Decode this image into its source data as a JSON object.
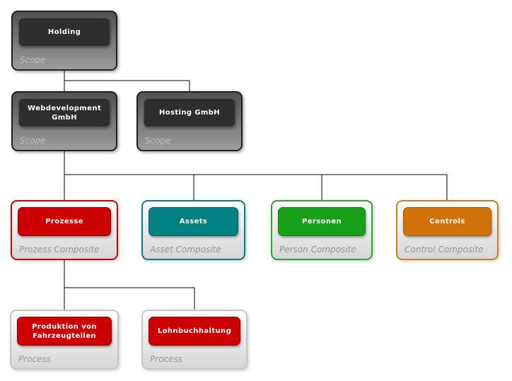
{
  "diagram": {
    "nodes": [
      {
        "id": "holding",
        "title": "Holding",
        "type_label": "Scope",
        "theme": "dark"
      },
      {
        "id": "webdev",
        "title": "Webdevelopment GmbH",
        "type_label": "Scope",
        "theme": "dark"
      },
      {
        "id": "hosting",
        "title": "Hosting GmbH",
        "type_label": "Scope",
        "theme": "dark"
      },
      {
        "id": "prozesse",
        "title": "Prozesse",
        "type_label": "Prozess Composite",
        "theme": "red"
      },
      {
        "id": "assets",
        "title": "Assets",
        "type_label": "Asset Composite",
        "theme": "teal"
      },
      {
        "id": "personen",
        "title": "Personen",
        "type_label": "Person Composite",
        "theme": "green"
      },
      {
        "id": "controls",
        "title": "Controls",
        "type_label": "Control Composite",
        "theme": "orange"
      },
      {
        "id": "produktion",
        "title": "Produktion von Fahrzeugteilen",
        "type_label": "Process",
        "theme": "process"
      },
      {
        "id": "lohn",
        "title": "Lohnbuchhaltung",
        "type_label": "Process",
        "theme": "process"
      }
    ],
    "edges_color": "#000000",
    "themes": {
      "dark": {
        "inner": "#2e2e2e",
        "inner_border": "#545454",
        "outer_border": "#1f1f1f",
        "outer_top": "#525252",
        "outer_bottom": "#9c9c9c",
        "label": "#bcbcbc",
        "title": "#ffffff"
      },
      "light": {
        "outer_top": "#fdfdfd",
        "outer_bottom": "#d6d6d6",
        "label": "#989898"
      },
      "red": {
        "inner": "#cc0000",
        "inner_border": "#9b0000",
        "outer_border": "#cc0000"
      },
      "teal": {
        "inner": "#008080",
        "inner_border": "#006666",
        "outer_border": "#00807f"
      },
      "green": {
        "inner": "#18a018",
        "inner_border": "#118511",
        "outer_border": "#2aa82a"
      },
      "orange": {
        "inner": "#d17109",
        "inner_border": "#a85a00",
        "outer_border": "#c9801f"
      },
      "process": {
        "inner": "#cc0000",
        "inner_border": "#9b0000",
        "outer_border": "#c6c6c6"
      }
    }
  }
}
